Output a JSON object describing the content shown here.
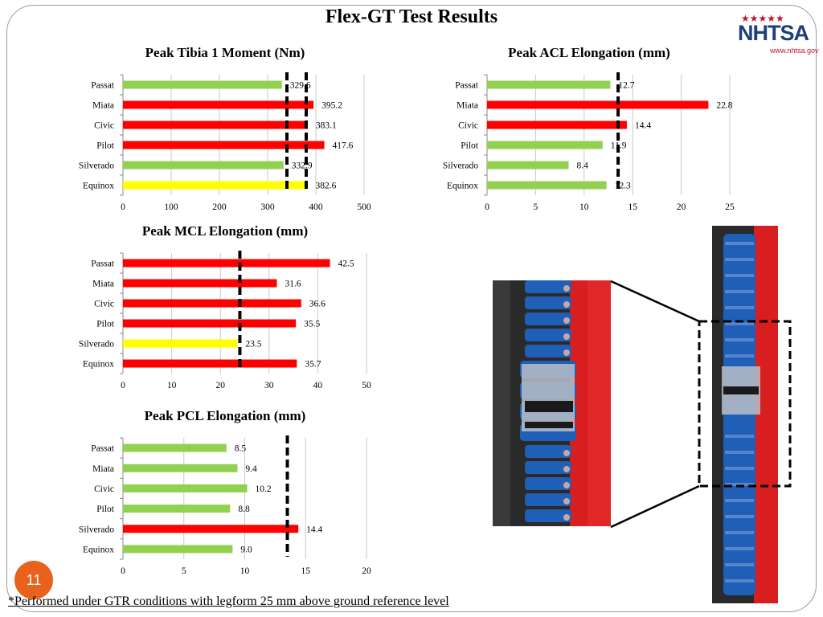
{
  "slide": {
    "title": "Flex-GT Test Results",
    "page_number": "11",
    "footnote": "*Performed under GTR conditions with legform 25 mm above ground reference level"
  },
  "logo": {
    "stars": "★★★★★",
    "word": "NHTSA",
    "url": "www.nhtsa.gov"
  },
  "colors": {
    "green": "#92d050",
    "red": "#ff0000",
    "yellow": "#ffff00"
  },
  "chart_data": [
    {
      "type": "bar",
      "title": "Peak Tibia 1 Moment (Nm)",
      "categories": [
        "Passat",
        "Miata",
        "Civic",
        "Pilot",
        "Silverado",
        "Equinox"
      ],
      "values": [
        329.6,
        395.2,
        383.1,
        417.6,
        332.9,
        382.6
      ],
      "value_labels": [
        "329.6",
        "395.2",
        "383.1",
        "417.6",
        "332.9",
        "382.6"
      ],
      "bar_colors": [
        "green",
        "red",
        "red",
        "red",
        "green",
        "yellow"
      ],
      "xlim": [
        0,
        500
      ],
      "xticks": [
        0,
        100,
        200,
        300,
        400,
        500
      ],
      "thresholds": [
        340,
        380
      ],
      "grid": true
    },
    {
      "type": "bar",
      "title": "Peak ACL Elongation (mm)",
      "categories": [
        "Passat",
        "Miata",
        "Civic",
        "Pilot",
        "Silverado",
        "Equinox"
      ],
      "values": [
        12.7,
        22.8,
        14.4,
        11.9,
        8.4,
        12.3
      ],
      "value_labels": [
        "12.7",
        "22.8",
        "14.4",
        "11.9",
        "8.4",
        "12.3"
      ],
      "bar_colors": [
        "green",
        "red",
        "red",
        "green",
        "green",
        "green"
      ],
      "xlim": [
        0,
        25
      ],
      "xticks": [
        0,
        5,
        10,
        15,
        20,
        25
      ],
      "thresholds": [
        13.5
      ],
      "grid": true
    },
    {
      "type": "bar",
      "title": "Peak MCL Elongation (mm)",
      "categories": [
        "Passat",
        "Miata",
        "Civic",
        "Pilot",
        "Silverado",
        "Equinox"
      ],
      "values": [
        42.5,
        31.6,
        36.6,
        35.5,
        23.5,
        35.7
      ],
      "value_labels": [
        "42.5",
        "31.6",
        "36.6",
        "35.5",
        "23.5",
        "35.7"
      ],
      "bar_colors": [
        "red",
        "red",
        "red",
        "red",
        "yellow",
        "red"
      ],
      "xlim": [
        0,
        50
      ],
      "xticks": [
        0,
        10,
        20,
        30,
        40,
        50
      ],
      "thresholds": [
        24
      ],
      "grid": true
    },
    {
      "type": "bar",
      "title": "Peak PCL Elongation (mm)",
      "categories": [
        "Passat",
        "Miata",
        "Civic",
        "Pilot",
        "Silverado",
        "Equinox"
      ],
      "values": [
        8.5,
        9.4,
        10.2,
        8.8,
        14.4,
        9.0
      ],
      "value_labels": [
        "8.5",
        "9.4",
        "10.2",
        "8.8",
        "14.4",
        "9.0"
      ],
      "bar_colors": [
        "green",
        "green",
        "green",
        "green",
        "red",
        "green"
      ],
      "xlim": [
        0,
        20
      ],
      "xticks": [
        0,
        5,
        10,
        15,
        20
      ],
      "thresholds": [
        13.5
      ],
      "grid": true
    }
  ]
}
